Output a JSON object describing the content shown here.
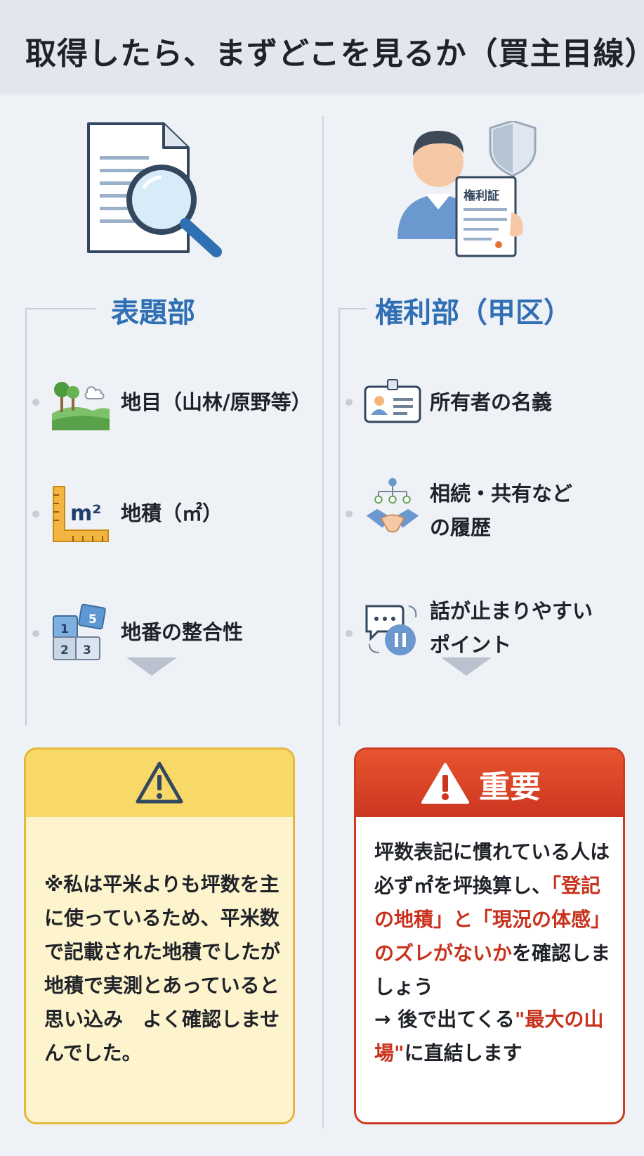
{
  "header": {
    "title": "取得したら、まずどこを見るか（買主目線）"
  },
  "left": {
    "hero_icon": "document-search-icon",
    "section_title": "表題部",
    "items": [
      {
        "icon": "landscape-icon",
        "label": "地目（山林/原野等）"
      },
      {
        "icon": "ruler-square-meter-icon",
        "label": "地積（㎡）",
        "icon_text": "m²"
      },
      {
        "icon": "puzzle-numbers-icon",
        "label": "地番の整合性",
        "icon_digits": [
          "1",
          "5",
          "2",
          "3"
        ]
      }
    ],
    "note": {
      "icon": "warning-icon",
      "text": "※私は平米よりも坪数を主に使っているため、平米数で記載された地積でしたが地積で実測とあっていると思い込み　よく確認しませんでした。"
    }
  },
  "right": {
    "hero_icon": "person-certificate-icon",
    "hero_doc_label": "権利証",
    "section_title": "権利部（甲区）",
    "items": [
      {
        "icon": "id-card-icon",
        "label": "所有者の名義"
      },
      {
        "icon": "inheritance-handshake-icon",
        "label_line1": "相続・共有など",
        "label_line2": "の履歴"
      },
      {
        "icon": "conversation-pause-icon",
        "label_line1": "話が止まりやすい",
        "label_line2": "ポイント"
      }
    ],
    "important": {
      "icon": "warning-icon",
      "title": "重要",
      "text_1": "坪数表記に慣れている人は必ず㎡を坪換算し、",
      "text_red_1": "「登記の地積」と「現況の体感」のズレがないか",
      "text_2": "を確認しましょう",
      "arrow": "→ 後で出てくる",
      "red_2": "\"最大の山場\"",
      "text_3": "に直結します"
    }
  },
  "colors": {
    "accent": "#2f6fb3",
    "warning_yellow": "#f8d968",
    "alert_red": "#cc3520"
  }
}
